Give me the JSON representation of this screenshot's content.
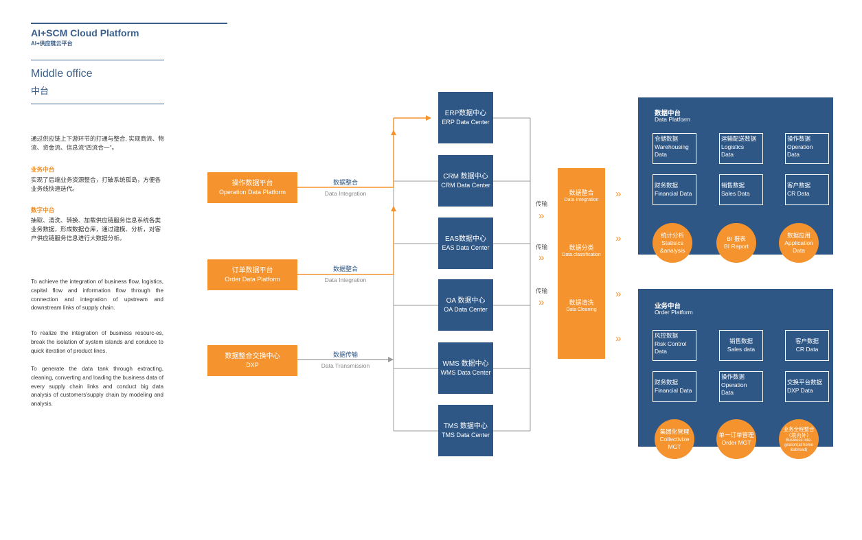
{
  "left": {
    "brand_title": "AI+SCM Cloud Platform",
    "brand_sub": "AI+供应链云平台",
    "section_title": "Middle office",
    "section_sub": "中台",
    "intro_cn": "通过供应链上下游环节的打通与整合, 实现商流、物流、资金流、信息流“四流合一”。",
    "biz_title": "业务中台",
    "biz_text": "实现了后端业务资源整合，打破系统孤岛，方便各业务线快速迭代。",
    "digital_title": "数字中台",
    "digital_text": "抽取、清洗、转换、加载供应链服务信息系统各类业务数据，形成数据仓库，通过建模、分析，对客户供应链服务信息进行大数据分析。",
    "en_p1": "To achieve the integration of business flow, logistics, capital flow and information flow through the connection and integration of upstream and downstream  links of supply chain.",
    "en_p2": "To realize the integration of business resourc-es, break the isolation of system islands and conduce to quick iteration of product lines.",
    "en_p3": "To generate the data tank through extracting, cleaning, converting and loading the business data of every supply chain links and conduct big  data analysis of customers'supply chain by modeling and analysis."
  },
  "sources": [
    {
      "cn": "操作数据平台",
      "en": "Operation Data Platform",
      "conn_cn": "数据整合",
      "conn_en": "Data Integration"
    },
    {
      "cn": "订单数据平台",
      "en": "Order Data Platform",
      "conn_cn": "数据整合",
      "conn_en": "Data Integration"
    },
    {
      "cn": "数据整合交换中心",
      "en": "DXP",
      "conn_cn": "数据传输",
      "conn_en": "Data Transmission"
    }
  ],
  "centers": [
    {
      "cn": "ERP数据中心",
      "en": "ERP Data Center"
    },
    {
      "cn": "CRM 数据中心",
      "en": "CRM Data Center"
    },
    {
      "cn": "EAS数据中心",
      "en": "EAS Data Center"
    },
    {
      "cn": "OA 数据中心",
      "en": "OA Data Center"
    },
    {
      "cn": "WMS 数据中心",
      "en": "WMS Data Center"
    },
    {
      "cn": "TMS 数据中心",
      "en": "TMS Data Center"
    }
  ],
  "transfer_label": "传输",
  "stages": [
    {
      "cn": "数据整合",
      "en": "Data Integration"
    },
    {
      "cn": "数据分类",
      "en": "Data classification"
    },
    {
      "cn": "数据清洗",
      "en": "Data Cleaning"
    }
  ],
  "chevron": "»",
  "data_platform": {
    "title_cn": "数据中台",
    "title_en": "Data Platform",
    "cells": [
      {
        "cn": "仓储数据",
        "en": "Warehousing",
        "en2": "Data"
      },
      {
        "cn": "运输配送数据",
        "en": "Logistics",
        "en2": "Data"
      },
      {
        "cn": "操作数据",
        "en": "Operation",
        "en2": "Data"
      },
      {
        "cn": "财务数据",
        "en": "Financial Data",
        "en2": ""
      },
      {
        "cn": "销售数据",
        "en": "Sales Data",
        "en2": ""
      },
      {
        "cn": "客户数据",
        "en": "CR Data",
        "en2": ""
      }
    ],
    "circles": [
      {
        "cn": "统计分析",
        "en": "Statisics",
        "en2": "&analysis"
      },
      {
        "cn": "BI 报表",
        "en": "BI Report",
        "en2": ""
      },
      {
        "cn": "数据应用",
        "en": "Application",
        "en2": "Data"
      }
    ]
  },
  "order_platform": {
    "title_cn": "业务中台",
    "title_en": "Order Platform",
    "cells": [
      {
        "cn": "风控数据",
        "en": "Risk Control",
        "en2": "Data"
      },
      {
        "cn": "销售数据",
        "en": "Sales data",
        "en2": ""
      },
      {
        "cn": "客户数据",
        "en": "CR Data",
        "en2": ""
      },
      {
        "cn": "财务数据",
        "en": "Financial Data",
        "en2": ""
      },
      {
        "cn": "操作数据",
        "en": "Operation",
        "en2": "Data"
      },
      {
        "cn": "交换平台数据",
        "en": "DXP Data",
        "en2": ""
      }
    ],
    "circles": [
      {
        "cn": "集团化管理",
        "en": "Collectivize",
        "en2": "MGT"
      },
      {
        "cn": "单一订单管理",
        "en": "Order MGT",
        "en2": ""
      },
      {
        "cn": "业务全程整合（境内外）",
        "en": "Business inte-gration(at home &abroad)",
        "en2": ""
      }
    ]
  },
  "colors": {
    "orange": "#f5932f",
    "navy": "#2f5785",
    "title_blue": "#3a5f8a",
    "line_gray": "#999999"
  }
}
